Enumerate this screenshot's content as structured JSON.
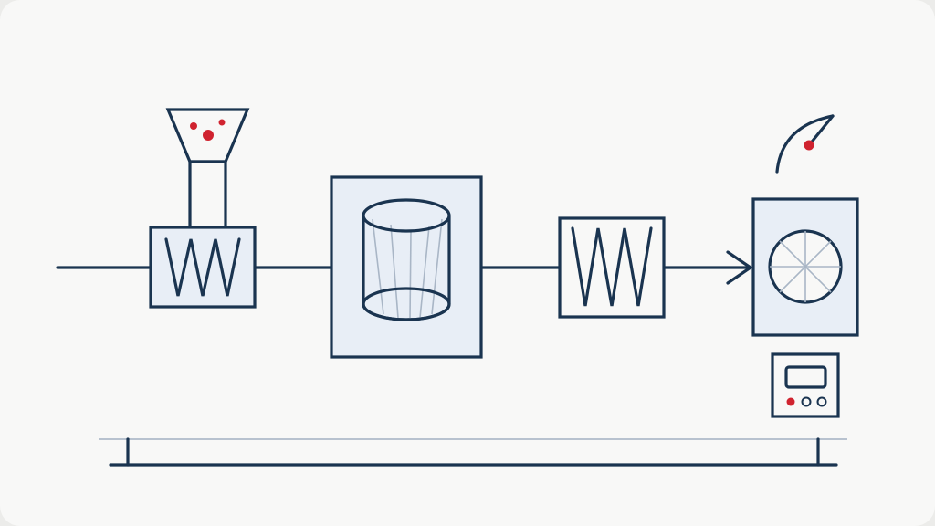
{
  "colors": {
    "background": "#f8f8f7",
    "stroke": "#1a3450",
    "fill": "#e8eef6",
    "accent": "#d0232f",
    "filter_line": "#a9b6c6",
    "rail_light": "#b8c2cf"
  },
  "components": [
    {
      "name": "feed-hopper",
      "icon": "funnel-icon"
    },
    {
      "name": "preheater",
      "icon": "zigzag-coil-icon"
    },
    {
      "name": "filter-vessel",
      "icon": "cylinder-icon"
    },
    {
      "name": "heat-exchanger",
      "icon": "zigzag-coil-icon"
    },
    {
      "name": "fan-unit",
      "icon": "fan-icon"
    },
    {
      "name": "pressure-gauge",
      "icon": "gauge-icon"
    },
    {
      "name": "control-panel",
      "icon": "control-panel-icon"
    }
  ]
}
